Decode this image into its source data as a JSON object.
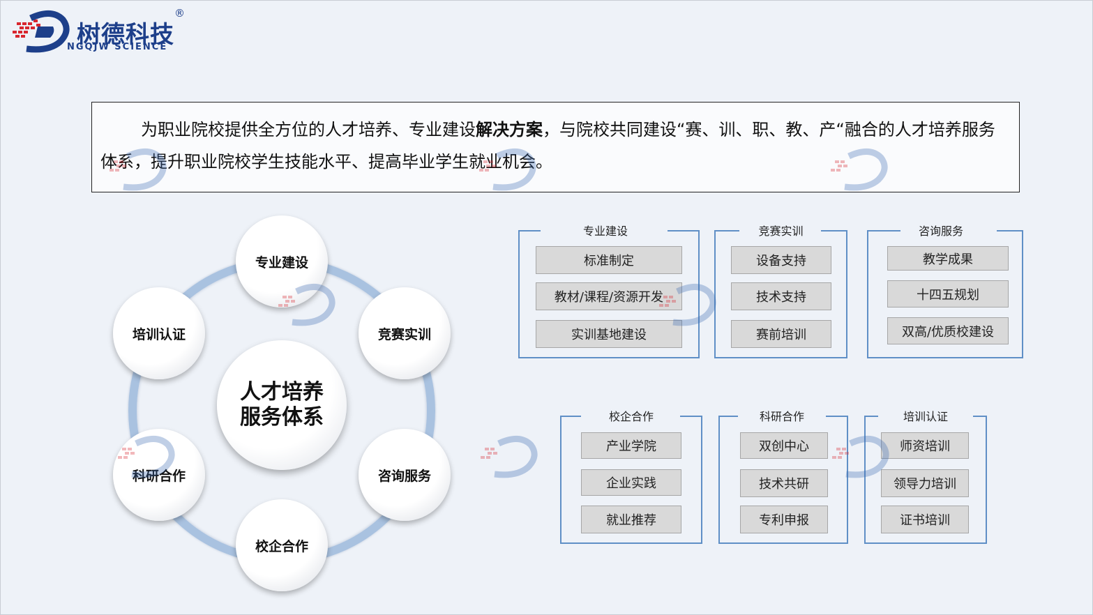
{
  "logo": {
    "name": "树德科技",
    "sub": "NGQJW SCIENCE",
    "reg": "®"
  },
  "intro": {
    "part1": "为职业院校提供全方位的人才培养、专业建设",
    "bold": "解决方案",
    "part2": "，与院校共同建设“赛、训、职、教、产“融合的人才培养服务体系，提升职业院校学生技能水平、提高毕业学生就业机会。"
  },
  "diagram": {
    "center_line1": "人才培养",
    "center_line2": "服务体系",
    "nodes": [
      "专业建设",
      "竞赛实训",
      "咨询服务",
      "校企合作",
      "科研合作",
      "培训认证"
    ]
  },
  "groups": [
    {
      "title": "专业建设",
      "items": [
        "标准制定",
        "教材/课程/资源开发",
        "实训基地建设"
      ]
    },
    {
      "title": "竞赛实训",
      "items": [
        "设备支持",
        "技术支持",
        "赛前培训"
      ]
    },
    {
      "title": "咨询服务",
      "items": [
        "教学成果",
        "十四五规划",
        "双高/优质校建设"
      ]
    },
    {
      "title": "校企合作",
      "items": [
        "产业学院",
        "企业实践",
        "就业推荐"
      ]
    },
    {
      "title": "科研合作",
      "items": [
        "双创中心",
        "技术共研",
        "专利申报"
      ]
    },
    {
      "title": "培训认证",
      "items": [
        "师资培训",
        "领导力培训",
        "证书培训"
      ]
    }
  ],
  "colors": {
    "brand": "#1d3f8a",
    "logo_red": "#d8262e",
    "ring": "#a9c2e0",
    "group_border": "#5f8fc6",
    "item_bg": "#d9d9d9"
  }
}
